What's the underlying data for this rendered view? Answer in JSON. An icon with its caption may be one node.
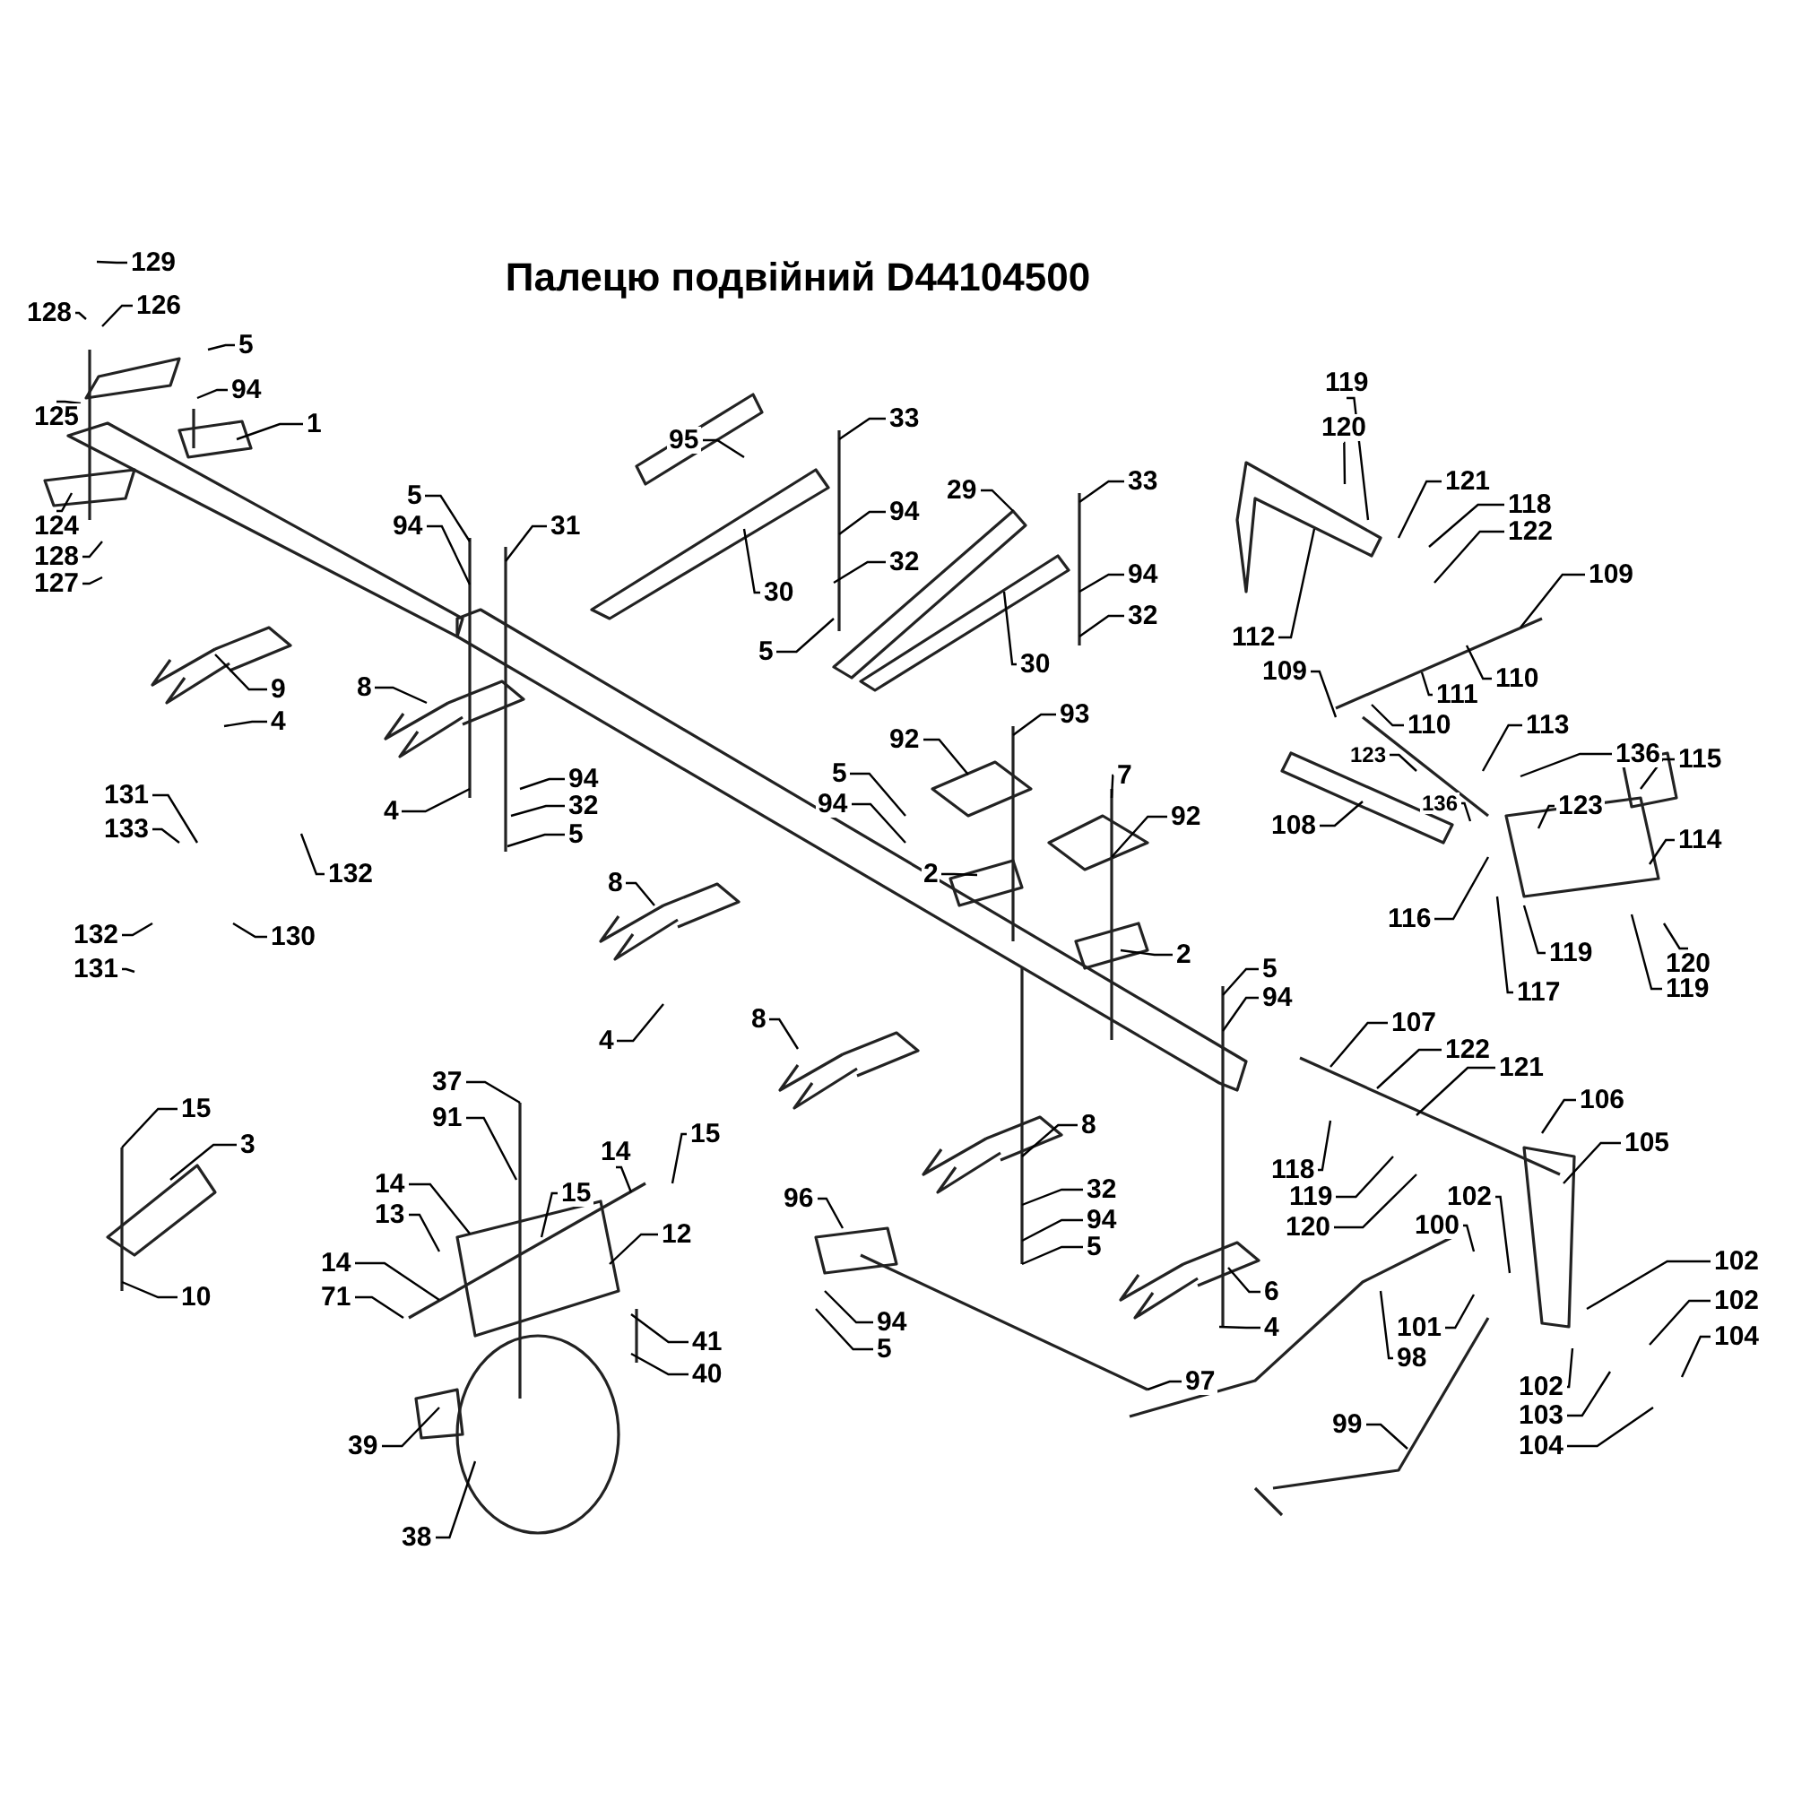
{
  "diagram": {
    "title": "Палецю подвійний D44104500",
    "nodes": [
      {
        "text": [
          "129"
        ]
      },
      {
        "text": [
          "128"
        ]
      },
      {
        "text": [
          "126"
        ]
      },
      {
        "text": [
          "5"
        ]
      },
      {
        "text": [
          "94"
        ]
      },
      {
        "text": [
          "125"
        ]
      },
      {
        "text": [
          "1"
        ]
      },
      {
        "text": [
          "124"
        ]
      },
      {
        "text": [
          "128"
        ]
      },
      {
        "text": [
          "127"
        ]
      },
      {
        "text": [
          "5"
        ]
      },
      {
        "text": [
          "94"
        ]
      },
      {
        "text": [
          "31"
        ]
      },
      {
        "text": [
          "9"
        ]
      },
      {
        "text": [
          "4"
        ]
      },
      {
        "text": [
          "8"
        ]
      },
      {
        "text": [
          "4"
        ]
      },
      {
        "text": [
          "94"
        ]
      },
      {
        "text": [
          "32"
        ]
      },
      {
        "text": [
          "5"
        ]
      },
      {
        "text": [
          "131"
        ]
      },
      {
        "text": [
          "133"
        ]
      },
      {
        "text": [
          "132"
        ]
      },
      {
        "text": [
          "132"
        ]
      },
      {
        "text": [
          "131"
        ]
      },
      {
        "text": [
          "130"
        ]
      },
      {
        "text": [
          "95"
        ]
      },
      {
        "text": [
          "33"
        ]
      },
      {
        "text": [
          "30"
        ]
      },
      {
        "text": [
          "94"
        ]
      },
      {
        "text": [
          "32"
        ]
      },
      {
        "text": [
          "5"
        ]
      },
      {
        "text": [
          "29"
        ]
      },
      {
        "text": [
          "33"
        ]
      },
      {
        "text": [
          "30"
        ]
      },
      {
        "text": [
          "94"
        ]
      },
      {
        "text": [
          "32"
        ]
      },
      {
        "text": [
          "92"
        ]
      },
      {
        "text": [
          "93"
        ]
      },
      {
        "text": [
          "5"
        ]
      },
      {
        "text": [
          "94"
        ]
      },
      {
        "text": [
          "2"
        ]
      },
      {
        "text": [
          "7"
        ]
      },
      {
        "text": [
          "92"
        ]
      },
      {
        "text": [
          "2"
        ]
      },
      {
        "text": [
          "8"
        ]
      },
      {
        "text": [
          "4"
        ]
      },
      {
        "text": [
          "5"
        ]
      },
      {
        "text": [
          "94"
        ]
      },
      {
        "text": [
          "119"
        ]
      },
      {
        "text": [
          "120"
        ]
      },
      {
        "text": [
          "121"
        ]
      },
      {
        "text": [
          "118"
        ]
      },
      {
        "text": [
          "122"
        ]
      },
      {
        "text": [
          "112"
        ]
      },
      {
        "text": [
          "109"
        ]
      },
      {
        "text": [
          "110"
        ]
      },
      {
        "text": [
          "111"
        ]
      },
      {
        "text": [
          "109"
        ]
      },
      {
        "text": [
          "110"
        ]
      },
      {
        "text": [
          "123"
        ]
      },
      {
        "text": [
          "136"
        ]
      },
      {
        "text": [
          "113"
        ]
      },
      {
        "text": [
          "136"
        ]
      },
      {
        "text": [
          "123"
        ]
      },
      {
        "text": [
          "115"
        ]
      },
      {
        "text": [
          "108"
        ]
      },
      {
        "text": [
          "114"
        ]
      },
      {
        "text": [
          "116"
        ]
      },
      {
        "text": [
          "119"
        ]
      },
      {
        "text": [
          "117"
        ]
      },
      {
        "text": [
          "120"
        ]
      },
      {
        "text": [
          "119"
        ]
      },
      {
        "text": [
          "107"
        ]
      },
      {
        "text": [
          "122"
        ]
      },
      {
        "text": [
          "121"
        ]
      },
      {
        "text": [
          "106"
        ]
      },
      {
        "text": [
          "105"
        ]
      },
      {
        "text": [
          "118"
        ]
      },
      {
        "text": [
          "119"
        ]
      },
      {
        "text": [
          "120"
        ]
      },
      {
        "text": [
          "100"
        ]
      },
      {
        "text": [
          "102"
        ]
      },
      {
        "text": [
          "102"
        ]
      },
      {
        "text": [
          "102"
        ]
      },
      {
        "text": [
          "104"
        ]
      },
      {
        "text": [
          "101"
        ]
      },
      {
        "text": [
          "98"
        ]
      },
      {
        "text": [
          "102"
        ]
      },
      {
        "text": [
          "103"
        ]
      },
      {
        "text": [
          "104"
        ]
      },
      {
        "text": [
          "99"
        ]
      },
      {
        "text": [
          "8"
        ]
      },
      {
        "text": [
          "8"
        ]
      },
      {
        "text": [
          "32"
        ]
      },
      {
        "text": [
          "94"
        ]
      },
      {
        "text": [
          "5"
        ]
      },
      {
        "text": [
          "6"
        ]
      },
      {
        "text": [
          "4"
        ]
      },
      {
        "text": [
          "96"
        ]
      },
      {
        "text": [
          "94"
        ]
      },
      {
        "text": [
          "5"
        ]
      },
      {
        "text": [
          "97"
        ]
      },
      {
        "text": [
          "15"
        ]
      },
      {
        "text": [
          "3"
        ]
      },
      {
        "text": [
          "10"
        ]
      },
      {
        "text": [
          "37"
        ]
      },
      {
        "text": [
          "91"
        ]
      },
      {
        "text": [
          "14"
        ]
      },
      {
        "text": [
          "13"
        ]
      },
      {
        "text": [
          "15"
        ]
      },
      {
        "text": [
          "14"
        ]
      },
      {
        "text": [
          "15"
        ]
      },
      {
        "text": [
          "12"
        ]
      },
      {
        "text": [
          "14"
        ]
      },
      {
        "text": [
          "71"
        ]
      },
      {
        "text": [
          "41"
        ]
      },
      {
        "text": [
          "40"
        ]
      },
      {
        "text": [
          "39"
        ]
      },
      {
        "text": [
          "38"
        ]
      }
    ],
    "edges": [
      {
        "from": 0,
        "to": null,
        "arrow": "none"
      },
      {
        "from": 1,
        "to": null,
        "arrow": "none"
      },
      {
        "from": 2,
        "to": null,
        "arrow": "none"
      },
      {
        "from": 3,
        "to": null,
        "arrow": "none"
      },
      {
        "from": 4,
        "to": null,
        "arrow": "none"
      },
      {
        "from": 5,
        "to": null,
        "arrow": "none"
      },
      {
        "from": 6,
        "to": null,
        "arrow": "none"
      },
      {
        "from": 7,
        "to": null,
        "arrow": "none"
      },
      {
        "from": 8,
        "to": null,
        "arrow": "none"
      },
      {
        "from": 9,
        "to": null,
        "arrow": "none"
      },
      {
        "from": 10,
        "to": null,
        "arrow": "none"
      },
      {
        "from": 11,
        "to": null,
        "arrow": "none"
      },
      {
        "from": 12,
        "to": null,
        "arrow": "none"
      },
      {
        "from": 13,
        "to": null,
        "arrow": "none"
      },
      {
        "from": 14,
        "to": null,
        "arrow": "none"
      },
      {
        "from": 15,
        "to": null,
        "arrow": "none"
      },
      {
        "from": 16,
        "to": null,
        "arrow": "none"
      },
      {
        "from": 17,
        "to": null,
        "arrow": "none"
      },
      {
        "from": 18,
        "to": null,
        "arrow": "none"
      },
      {
        "from": 19,
        "to": null,
        "arrow": "none"
      },
      {
        "from": 20,
        "to": null,
        "arrow": "none"
      },
      {
        "from": 21,
        "to": null,
        "arrow": "none"
      },
      {
        "from": 22,
        "to": null,
        "arrow": "none"
      },
      {
        "from": 23,
        "to": null,
        "arrow": "none"
      },
      {
        "from": 24,
        "to": null,
        "arrow": "none"
      },
      {
        "from": 25,
        "to": null,
        "arrow": "none"
      },
      {
        "from": 26,
        "to": null,
        "arrow": "none"
      },
      {
        "from": 27,
        "to": null,
        "arrow": "none"
      },
      {
        "from": 28,
        "to": null,
        "arrow": "none"
      },
      {
        "from": 29,
        "to": null,
        "arrow": "none"
      },
      {
        "from": 30,
        "to": null,
        "arrow": "none"
      },
      {
        "from": 31,
        "to": null,
        "arrow": "none"
      },
      {
        "from": 32,
        "to": null,
        "arrow": "none"
      },
      {
        "from": 33,
        "to": null,
        "arrow": "none"
      },
      {
        "from": 34,
        "to": null,
        "arrow": "none"
      },
      {
        "from": 35,
        "to": null,
        "arrow": "none"
      },
      {
        "from": 36,
        "to": null,
        "arrow": "none"
      },
      {
        "from": 37,
        "to": null,
        "arrow": "none"
      },
      {
        "from": 38,
        "to": null,
        "arrow": "none"
      },
      {
        "from": 39,
        "to": null,
        "arrow": "none"
      },
      {
        "from": 40,
        "to": null,
        "arrow": "none"
      },
      {
        "from": 41,
        "to": null,
        "arrow": "none"
      },
      {
        "from": 42,
        "to": null,
        "arrow": "none"
      },
      {
        "from": 43,
        "to": null,
        "arrow": "none"
      },
      {
        "from": 44,
        "to": null,
        "arrow": "none"
      },
      {
        "from": 45,
        "to": null,
        "arrow": "none"
      },
      {
        "from": 46,
        "to": null,
        "arrow": "none"
      },
      {
        "from": 47,
        "to": null,
        "arrow": "none"
      },
      {
        "from": 48,
        "to": null,
        "arrow": "none"
      },
      {
        "from": 49,
        "to": null,
        "arrow": "none"
      },
      {
        "from": 50,
        "to": null,
        "arrow": "none"
      },
      {
        "from": 51,
        "to": null,
        "arrow": "none"
      },
      {
        "from": 52,
        "to": null,
        "arrow": "none"
      },
      {
        "from": 53,
        "to": null,
        "arrow": "none"
      },
      {
        "from": 54,
        "to": null,
        "arrow": "none"
      },
      {
        "from": 55,
        "to": null,
        "arrow": "none"
      },
      {
        "from": 56,
        "to": null,
        "arrow": "none"
      },
      {
        "from": 57,
        "to": null,
        "arrow": "none"
      },
      {
        "from": 58,
        "to": null,
        "arrow": "none"
      },
      {
        "from": 59,
        "to": null,
        "arrow": "none"
      },
      {
        "from": 60,
        "to": null,
        "arrow": "none"
      },
      {
        "from": 61,
        "to": null,
        "arrow": "none"
      },
      {
        "from": 62,
        "to": null,
        "arrow": "none"
      },
      {
        "from": 63,
        "to": null,
        "arrow": "none"
      },
      {
        "from": 64,
        "to": null,
        "arrow": "none"
      },
      {
        "from": 65,
        "to": null,
        "arrow": "none"
      },
      {
        "from": 66,
        "to": null,
        "arrow": "none"
      },
      {
        "from": 67,
        "to": null,
        "arrow": "none"
      },
      {
        "from": 68,
        "to": null,
        "arrow": "none"
      },
      {
        "from": 69,
        "to": null,
        "arrow": "none"
      },
      {
        "from": 70,
        "to": null,
        "arrow": "none"
      },
      {
        "from": 71,
        "to": null,
        "arrow": "none"
      },
      {
        "from": 72,
        "to": null,
        "arrow": "none"
      },
      {
        "from": 73,
        "to": null,
        "arrow": "none"
      },
      {
        "from": 74,
        "to": null,
        "arrow": "none"
      },
      {
        "from": 75,
        "to": null,
        "arrow": "none"
      },
      {
        "from": 76,
        "to": null,
        "arrow": "none"
      },
      {
        "from": 77,
        "to": null,
        "arrow": "none"
      },
      {
        "from": 78,
        "to": null,
        "arrow": "none"
      },
      {
        "from": 79,
        "to": null,
        "arrow": "none"
      },
      {
        "from": 80,
        "to": null,
        "arrow": "none"
      },
      {
        "from": 81,
        "to": null,
        "arrow": "none"
      },
      {
        "from": 82,
        "to": null,
        "arrow": "none"
      },
      {
        "from": 83,
        "to": null,
        "arrow": "none"
      },
      {
        "from": 84,
        "to": null,
        "arrow": "none"
      },
      {
        "from": 85,
        "to": null,
        "arrow": "none"
      },
      {
        "from": 86,
        "to": null,
        "arrow": "none"
      },
      {
        "from": 87,
        "to": null,
        "arrow": "none"
      },
      {
        "from": 88,
        "to": null,
        "arrow": "none"
      },
      {
        "from": 89,
        "to": null,
        "arrow": "none"
      },
      {
        "from": 90,
        "to": null,
        "arrow": "none"
      },
      {
        "from": 91,
        "to": null,
        "arrow": "none"
      },
      {
        "from": 92,
        "to": null,
        "arrow": "none"
      },
      {
        "from": 93,
        "to": null,
        "arrow": "none"
      },
      {
        "from": 94,
        "to": null,
        "arrow": "none"
      },
      {
        "from": 95,
        "to": null,
        "arrow": "none"
      },
      {
        "from": 96,
        "to": null,
        "arrow": "none"
      },
      {
        "from": 97,
        "to": null,
        "arrow": "none"
      },
      {
        "from": 98,
        "to": null,
        "arrow": "none"
      },
      {
        "from": 99,
        "to": null,
        "arrow": "none"
      },
      {
        "from": 100,
        "to": null,
        "arrow": "none"
      },
      {
        "from": 101,
        "to": null,
        "arrow": "none"
      },
      {
        "from": 102,
        "to": null,
        "arrow": "none"
      },
      {
        "from": 103,
        "to": null,
        "arrow": "none"
      },
      {
        "from": 104,
        "to": null,
        "arrow": "none"
      },
      {
        "from": 105,
        "to": null,
        "arrow": "none"
      },
      {
        "from": 106,
        "to": null,
        "arrow": "none"
      },
      {
        "from": 107,
        "to": null,
        "arrow": "none"
      },
      {
        "from": 108,
        "to": null,
        "arrow": "none"
      },
      {
        "from": 109,
        "to": null,
        "arrow": "none"
      },
      {
        "from": 110,
        "to": null,
        "arrow": "none"
      },
      {
        "from": 111,
        "to": null,
        "arrow": "none"
      },
      {
        "from": 112,
        "to": null,
        "arrow": "none"
      },
      {
        "from": 113,
        "to": null,
        "arrow": "none"
      },
      {
        "from": 114,
        "to": null,
        "arrow": "none"
      },
      {
        "from": 115,
        "to": null,
        "arrow": "none"
      },
      {
        "from": 116,
        "to": null,
        "arrow": "none"
      },
      {
        "from": 117,
        "to": null,
        "arrow": "none"
      },
      {
        "from": 118,
        "to": null,
        "arrow": "none"
      },
      {
        "from": 119,
        "to": null,
        "arrow": "none"
      }
    ]
  }
}
